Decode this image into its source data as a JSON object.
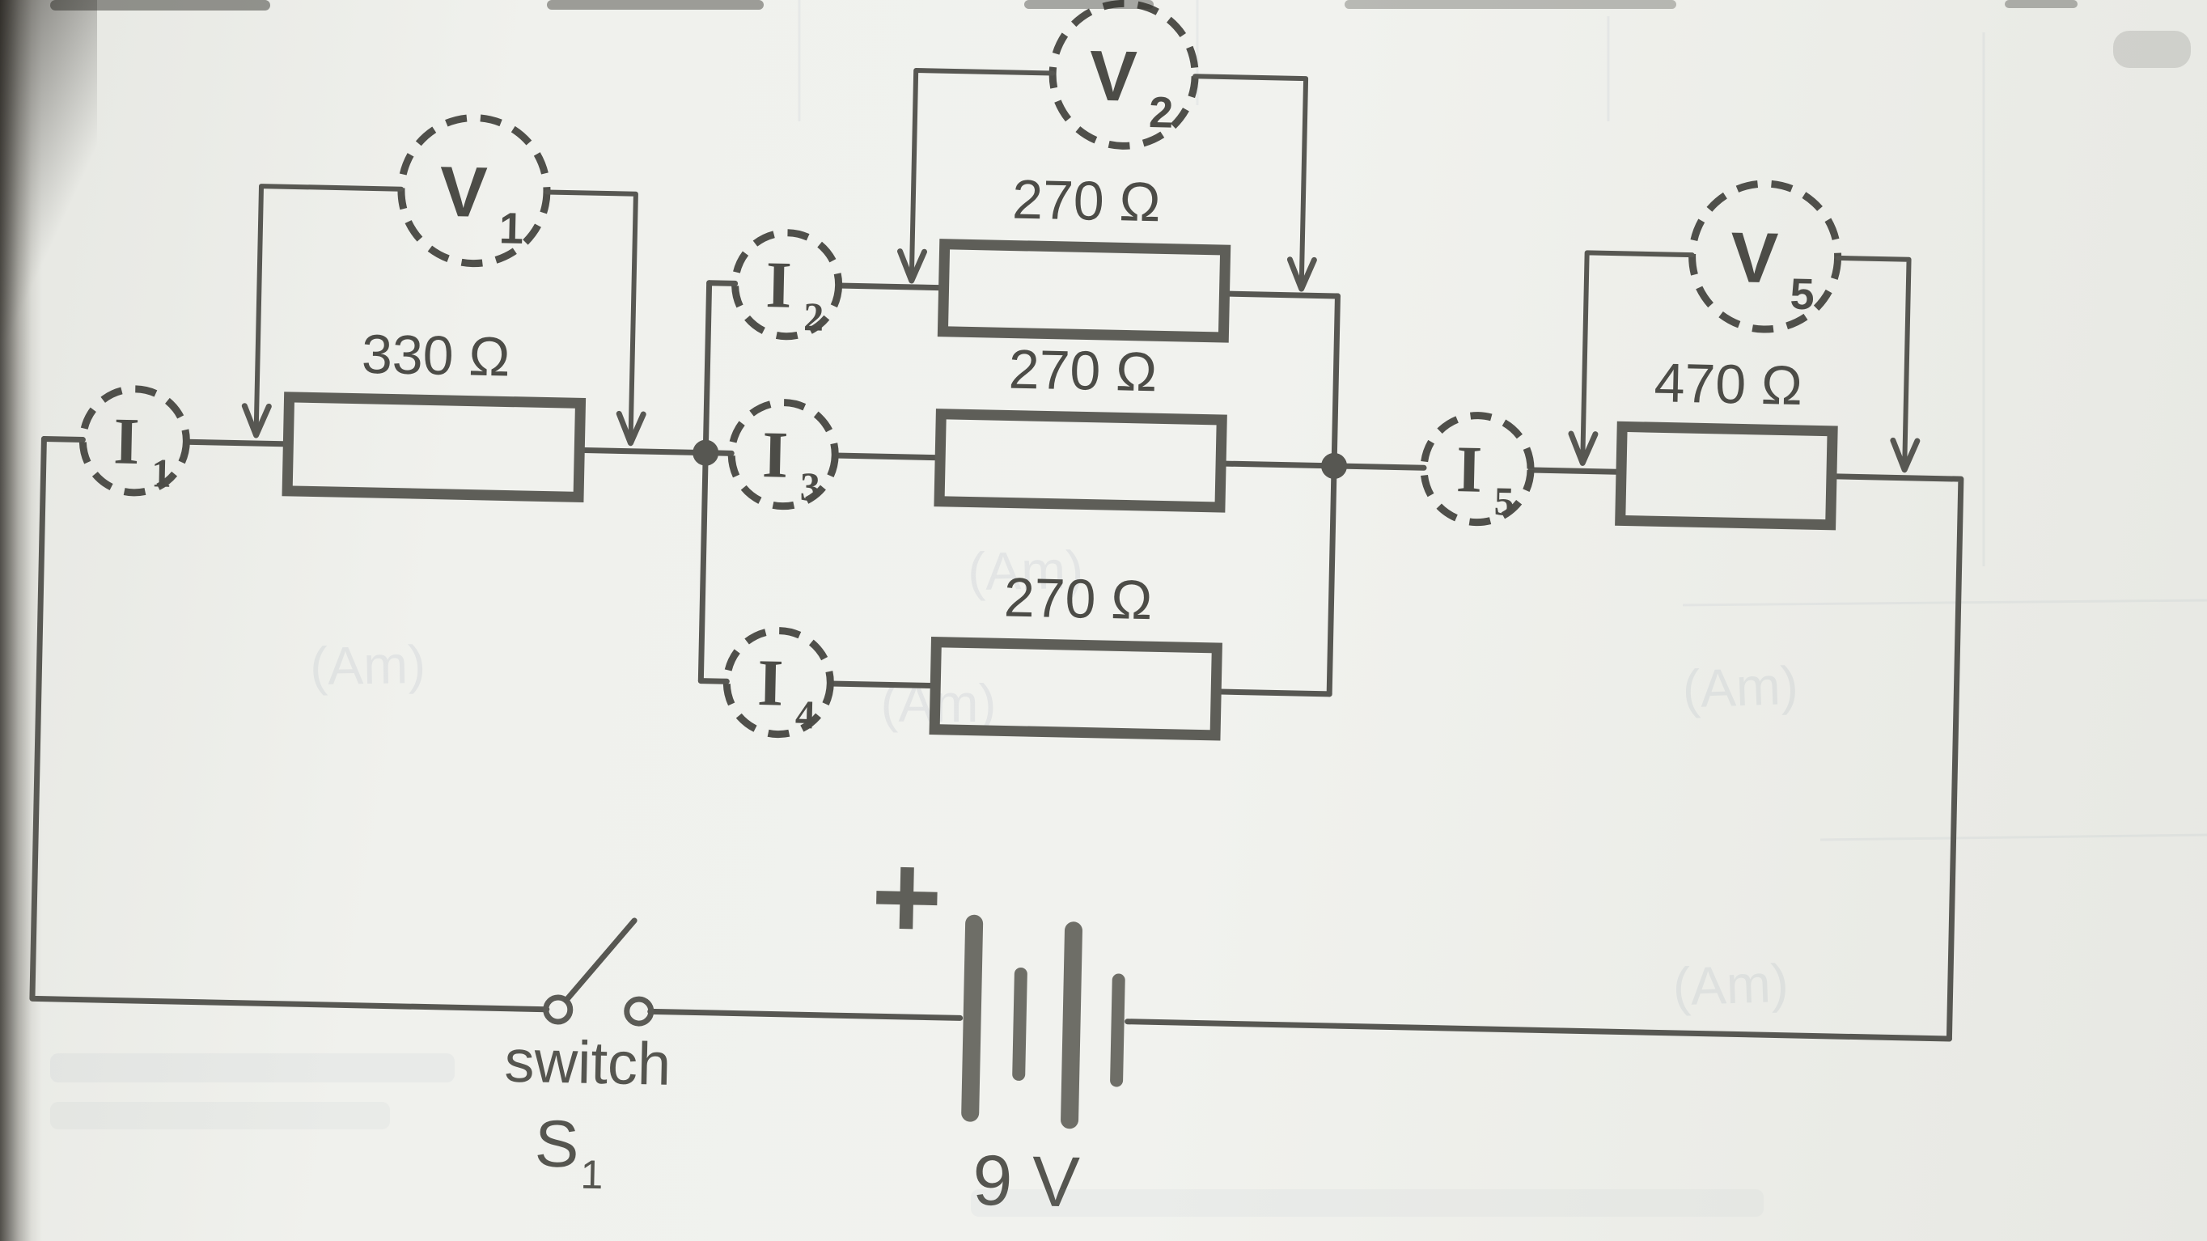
{
  "page": {
    "background_color": "#f0f1ed",
    "wire_color": "#575752",
    "text_color": "#4c4c47"
  },
  "circuit": {
    "battery": {
      "voltage_label": "9 V",
      "polarity_symbol": "+"
    },
    "switch": {
      "name_label": "switch",
      "id_letter": "S",
      "id_sub": "1",
      "state": "open"
    },
    "ammeters": [
      {
        "id": "I1",
        "letter": "I",
        "sub": "1"
      },
      {
        "id": "I2",
        "letter": "I",
        "sub": "2"
      },
      {
        "id": "I3",
        "letter": "I",
        "sub": "3"
      },
      {
        "id": "I4",
        "letter": "I",
        "sub": "4"
      },
      {
        "id": "I5",
        "letter": "I",
        "sub": "5"
      }
    ],
    "voltmeters": [
      {
        "id": "V1",
        "letter": "V",
        "sub": "1"
      },
      {
        "id": "V2",
        "letter": "V",
        "sub": "2"
      },
      {
        "id": "V5",
        "letter": "V",
        "sub": "5"
      }
    ],
    "resistors": [
      {
        "id": "R1",
        "value": "330 Ω"
      },
      {
        "id": "R2",
        "value": "270 Ω"
      },
      {
        "id": "R3",
        "value": "270 Ω"
      },
      {
        "id": "R4",
        "value": "270 Ω"
      },
      {
        "id": "R5",
        "value": "470 Ω"
      }
    ]
  },
  "artifacts": {
    "ghost_label": "(Am)"
  }
}
